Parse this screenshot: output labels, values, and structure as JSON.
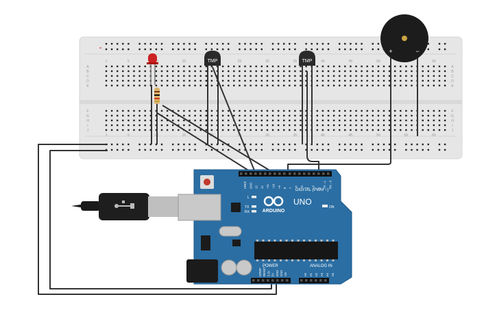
{
  "breadboard": {
    "column_numbers_top": [
      "1",
      "5",
      "10",
      "15",
      "20",
      "25",
      "30",
      "35",
      "40",
      "45",
      "50",
      "55",
      "60"
    ],
    "column_numbers_bottom": [
      "1",
      "5",
      "10",
      "15",
      "20",
      "25",
      "30",
      "35",
      "40",
      "45",
      "50",
      "55",
      "60"
    ],
    "row_letters_top": [
      "A",
      "B",
      "C",
      "D",
      "E"
    ],
    "row_letters_bottom": [
      "F",
      "G",
      "H",
      "I",
      "J"
    ]
  },
  "sensors": [
    {
      "label": "TMP"
    },
    {
      "label": "TMP"
    }
  ],
  "buzzer": {
    "plus": "+",
    "minus": "−"
  },
  "arduino": {
    "brand": "ARDUINO",
    "model": "UNO",
    "digital_label": "DIGITAL (PWM ~)",
    "power_label": "POWER",
    "analog_label": "ANALOG IN",
    "on_label": "ON",
    "led_labels": [
      "L",
      "TX",
      "RX"
    ],
    "digital_pins": [
      "AREF",
      "GND",
      "13",
      "12",
      "~11",
      "~10",
      "~9",
      "8",
      "7",
      "~6",
      "~5",
      "4",
      "~3",
      "2",
      "TX→1",
      "RX←0"
    ],
    "power_pins": [
      "IOREF",
      "RESET",
      "3.3V",
      "5V",
      "GND",
      "GND",
      "Vin"
    ],
    "analog_pins": [
      "A0",
      "A1",
      "A2",
      "A3",
      "A4",
      "A5"
    ]
  },
  "colors": {
    "board_blue": "#2b6ea3",
    "breadboard": "#e9e9e9",
    "wire": "#333333",
    "led": "#cc2222"
  }
}
